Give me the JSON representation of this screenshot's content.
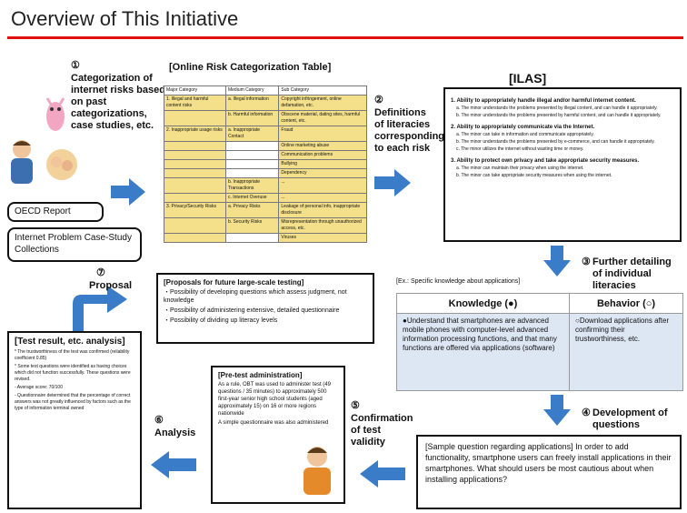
{
  "header": {
    "title": "Overview of This Initiative"
  },
  "step1": {
    "num": "①",
    "label": "Categorization of internet risks based on past categorizations, case studies, etc."
  },
  "sources": {
    "oecd": "OECD Report",
    "cases": "Internet Problem Case-Study Collections"
  },
  "table": {
    "title": "[Online Risk Categorization Table]",
    "headers": [
      "Major Category",
      "Medium Category",
      "Sub Category"
    ],
    "rows": [
      [
        "1. Illegal and harmful content risks",
        "a. Illegal information",
        "Copyright infringement, online defamation, etc."
      ],
      [
        "",
        "b. Harmful information",
        "Obscene material, dating sites, harmful content, etc."
      ],
      [
        "2. Inappropriate usage risks",
        "a. Inappropriate Contact",
        "Fraud"
      ],
      [
        "",
        "",
        "Online marketing abuse"
      ],
      [
        "",
        "",
        "Communication problems"
      ],
      [
        "",
        "",
        "Bullying"
      ],
      [
        "",
        "",
        "Dependency"
      ],
      [
        "",
        "b. Inappropriate Transactions",
        "..."
      ],
      [
        "",
        "c. Internet Overuse",
        "..."
      ],
      [
        "3. Privacy/Security Risks",
        "a. Privacy Risks",
        "Leakage of personal info, inappropriate disclosure"
      ],
      [
        "",
        "b. Security Risks",
        "Misrepresentation through unauthorized access, etc."
      ],
      [
        "",
        "",
        "Viruses"
      ]
    ]
  },
  "step2": {
    "num": "②",
    "label": "Definitions of literacies corresponding to each risk"
  },
  "ilas": {
    "title": "[ILAS]",
    "items": [
      "1. Ability to appropriately handle illegal and/or harmful internet content.",
      "a. The minor understands the problems presented by illegal content, and can handle it appropriately.",
      "b. The minor understands the problems presented by harmful content, and can handle it appropriately.",
      "2. Ability to appropriately communicate via the Internet.",
      "a. The minor can take in information and communicate appropriately.",
      "b. The minor understands the problems presented by e-commerce, and can handle it appropriately.",
      "c. The minor utilizes the internet without wasting time or money.",
      "3. Ability to protect own privacy and take appropriate security measures.",
      "a. The minor can maintain their privacy when using the internet.",
      "b. The minor can take appropriate security measures when using the internet."
    ]
  },
  "step3": {
    "num": "③",
    "label": "Further detailing of individual literacies"
  },
  "knowledge": {
    "example_label": "[Ex.: Specific knowledge about applications]",
    "knowledge_header": "Knowledge (●)",
    "behavior_header": "Behavior (○)",
    "knowledge_text": "●Understand that smartphones are advanced mobile phones with computer-level advanced information processing functions, and that many functions are offered via applications (software)",
    "behavior_text": "○Download applications after confirming their trustworthiness, etc."
  },
  "step4": {
    "num": "④",
    "label": "Development of questions"
  },
  "question": {
    "text": "[Sample question regarding applications] In order to add functionality, smartphone users can freely install applications in their smartphones. What should users be most cautious about when installing applications?"
  },
  "step5": {
    "num": "⑤",
    "label": "Confirmation of test validity"
  },
  "pretest": {
    "title": "[Pre-test administration]",
    "items": [
      "As a rule, OBT was used to administer test (49 questions / 35 minutes) to approximately 500 first-year senior high school students (aged approximately 15) on 16 or more regions nationwide",
      "A simple questionnaire was also administered"
    ]
  },
  "step6": {
    "num": "⑥",
    "label": "Analysis"
  },
  "results": {
    "title": "[Test result, etc. analysis]",
    "items": [
      "* The trustworthiness of the test was confirmed (reliability coefficient 0.85)",
      "* Some test questions were identified as having choices which did not function successfully. These questions were revised.",
      "- Average score: 70/100",
      "- Questionnaire determined that the percentage of correct answers was not greatly influenced by factors such as the type of information terminal owned"
    ]
  },
  "step7": {
    "num": "⑦",
    "label": "Proposal"
  },
  "proposals": {
    "title": "[Proposals for future large-scale testing]",
    "items": [
      "・Possibility of developing questions which assess judgment, not knowledge",
      "・Possibility of administering extensive, detailed questionnaire",
      "・Possibility of dividing up literacy levels"
    ]
  },
  "colors": {
    "accent": "#e01010",
    "arrow": "#3a7cc7",
    "table_highlight": "#f4e08a"
  }
}
